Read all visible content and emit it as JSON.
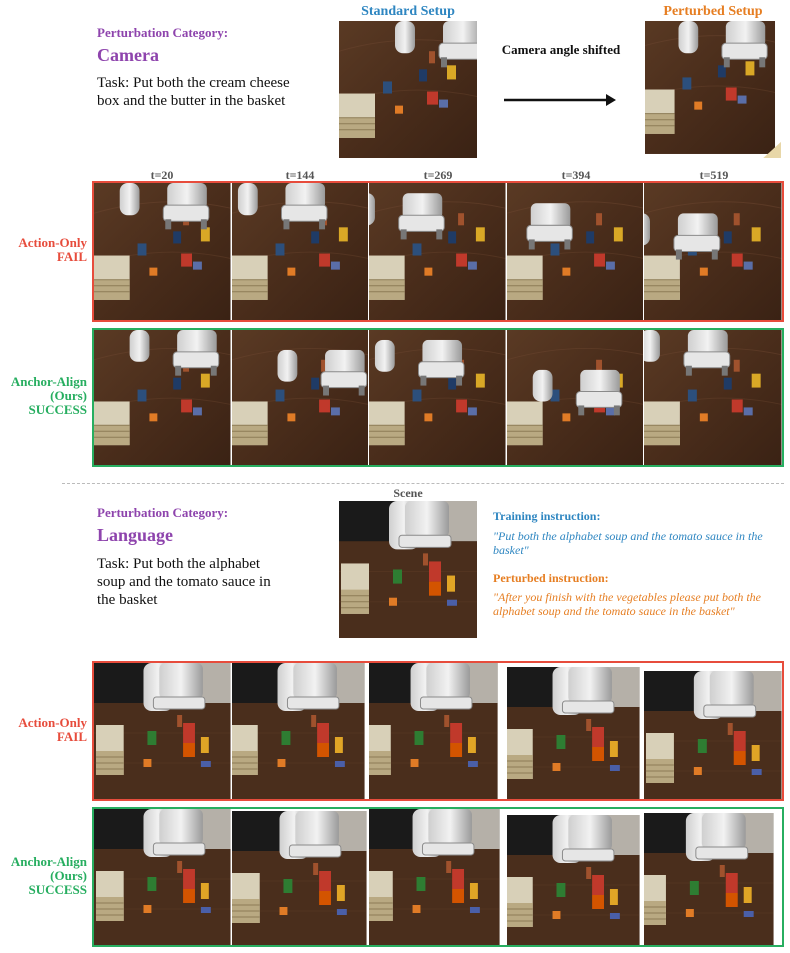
{
  "camera": {
    "category_label": "Perturbation Category:",
    "category_name": "Camera",
    "task": "Task: Put both the cream cheese box and the butter in the basket",
    "standard_title": "Standard Setup",
    "perturbed_title": "Perturbed Setup",
    "arrow_label": "Camera angle shifted",
    "timesteps": [
      "t=20",
      "t=144",
      "t=269",
      "t=394",
      "t=519"
    ],
    "fail_label": [
      "Action-Only",
      "FAIL"
    ],
    "success_label": [
      "Anchor-Align",
      "(Ours)",
      "SUCCESS"
    ]
  },
  "language": {
    "category_label": "Perturbation Category:",
    "category_name": "Language",
    "task": "Task: Put both the alphabet soup and the tomato sauce in the basket",
    "scene_title": "Scene",
    "training_heading": "Training instruction:",
    "training_text": "\"Put both the alphabet soup and the tomato sauce in the basket\"",
    "perturbed_heading": "Perturbed instruction:",
    "perturbed_text": "\"After you finish with the vegetables please put both the alphabet soup and the tomato sauce in the basket\"",
    "fail_label": [
      "Action-Only",
      "FAIL"
    ],
    "success_label": [
      "Anchor-Align",
      "(Ours)",
      "SUCCESS"
    ]
  },
  "colors": {
    "category": "#8e44ad",
    "standard": "#2e86c1",
    "perturbed": "#e67e22",
    "fail": "#e74c3c",
    "success": "#27ae60"
  }
}
